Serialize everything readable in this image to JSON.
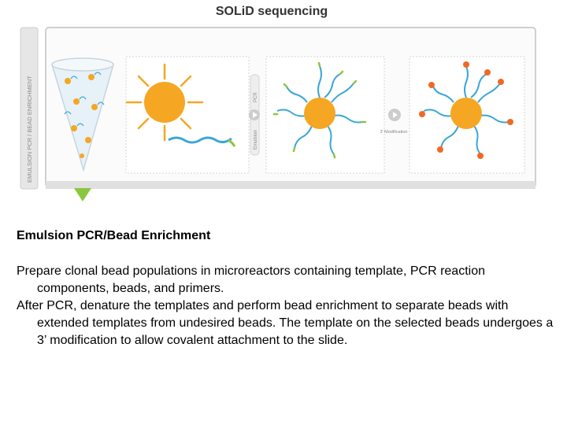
{
  "title": "SOLiD sequencing",
  "figure": {
    "side_tab_label": "EMULSION PCR / BEAD ENRICHMENT",
    "step1_label": "PCR",
    "step1_sub_label": "Emulsion",
    "step2_label": "3' Modification",
    "colors": {
      "bead": "#f5a623",
      "strand": "#3aa7d6",
      "strand_tip": "#8cc63f",
      "modification": "#f06a23",
      "panel_border": "#d4d4d4",
      "pointer": "#8cc63f"
    }
  },
  "section": {
    "heading": "Emulsion PCR/Bead Enrichment",
    "paragraphs": [
      "Prepare clonal bead populations in microreactors containing template, PCR reaction components, beads, and primers.",
      "After PCR, denature the templates and perform bead enrichment to separate beads with extended templates from undesired beads. The template on the selected beads undergoes a 3’ modification to allow covalent attachment to the slide."
    ]
  }
}
